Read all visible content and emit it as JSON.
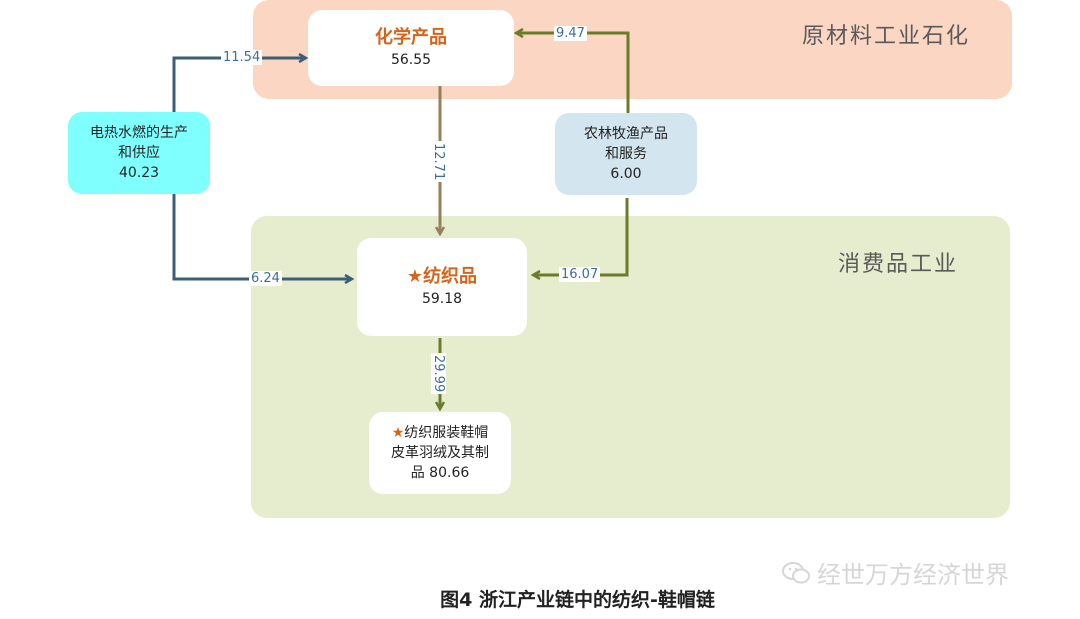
{
  "regions": {
    "top_label": "原材料工业石化",
    "bottom_label": "消费品工业"
  },
  "nodes": {
    "chemical": {
      "title": "化学产品",
      "value": "56.55"
    },
    "textile": {
      "star": "★",
      "title": "纺织品",
      "value": "59.18"
    },
    "apparel": {
      "star": "★",
      "line1": "纺织服装鞋帽",
      "line2": "皮革羽绒及其制",
      "line3": "品 80.66"
    },
    "power": {
      "line1": "电热水燃的生产",
      "line2": "和供应",
      "value": "40.23"
    },
    "agri": {
      "line1": "农林牧渔产品",
      "line2": "和服务",
      "value": "6.00"
    }
  },
  "edges": {
    "power_to_chemical": "11.54",
    "agri_to_chemical": "9.47",
    "chemical_to_textile": "12.71",
    "power_to_textile": "6.24",
    "agri_to_textile": "16.07",
    "textile_to_apparel": "29.99"
  },
  "colors": {
    "blue_edge": "#3a5f77",
    "olive_edge": "#6a7b2a",
    "brown_edge": "#96805a",
    "accent": "#d4651c",
    "power_node": "#80ffff",
    "agri_node": "#d3e5ef"
  },
  "caption": "图4 浙江产业链中的纺织-鞋帽链",
  "watermark": {
    "icon": "wechat-icon",
    "text": "经世万方经济世界"
  }
}
